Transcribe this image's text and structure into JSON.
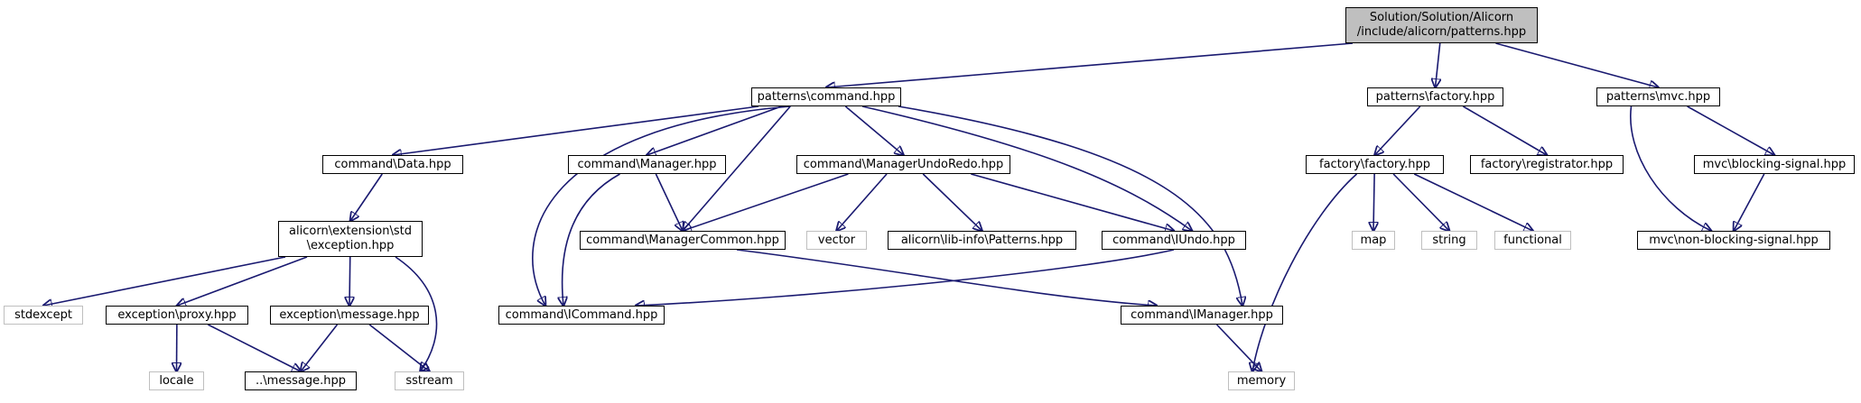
{
  "diagram": {
    "type": "include-dependency-graph",
    "colors": {
      "edge": "#191970",
      "root_fill": "#bfbfbf",
      "node_border": "#000000",
      "external_border": "#bfbfbf"
    },
    "root": {
      "line1": "Solution/Solution/Alicorn",
      "line2": "/include/alicorn/patterns.hpp"
    },
    "nodes": {
      "command_hpp": "patterns\\command.hpp",
      "factory_hpp": "patterns\\factory.hpp",
      "mvc_hpp": "patterns\\mvc.hpp",
      "data_hpp": "command\\Data.hpp",
      "manager_hpp": "command\\Manager.hpp",
      "manager_undo_redo_hpp": "command\\ManagerUndoRedo.hpp",
      "factory_factory_hpp": "factory\\factory.hpp",
      "factory_registrator_hpp": "factory\\registrator.hpp",
      "blocking_signal_hpp": "mvc\\blocking-signal.hpp",
      "exception_line1": "alicorn\\extension\\std",
      "exception_line2": "\\exception.hpp",
      "manager_common_hpp": "command\\ManagerCommon.hpp",
      "vector": "vector",
      "lib_info_patterns_hpp": "alicorn\\lib-info\\Patterns.hpp",
      "iundo_hpp": "command\\IUndo.hpp",
      "map": "map",
      "string": "string",
      "functional": "functional",
      "non_blocking_signal_hpp": "mvc\\non-blocking-signal.hpp",
      "stdexcept": "stdexcept",
      "exception_proxy_hpp": "exception\\proxy.hpp",
      "exception_message_hpp": "exception\\message.hpp",
      "icommand_hpp": "command\\ICommand.hpp",
      "imanager_hpp": "command\\IManager.hpp",
      "locale": "locale",
      "message_hpp": "..\\message.hpp",
      "sstream": "sstream",
      "memory": "memory"
    },
    "edges": [
      [
        "root",
        "command_hpp"
      ],
      [
        "root",
        "factory_hpp"
      ],
      [
        "root",
        "mvc_hpp"
      ],
      [
        "command_hpp",
        "data_hpp"
      ],
      [
        "command_hpp",
        "manager_hpp"
      ],
      [
        "command_hpp",
        "manager_undo_redo_hpp"
      ],
      [
        "command_hpp",
        "manager_common_hpp"
      ],
      [
        "command_hpp",
        "icommand_hpp"
      ],
      [
        "command_hpp",
        "iundo_hpp"
      ],
      [
        "command_hpp",
        "imanager_hpp"
      ],
      [
        "factory_hpp",
        "factory_factory_hpp"
      ],
      [
        "factory_hpp",
        "factory_registrator_hpp"
      ],
      [
        "mvc_hpp",
        "blocking_signal_hpp"
      ],
      [
        "mvc_hpp",
        "non_blocking_signal_hpp"
      ],
      [
        "blocking_signal_hpp",
        "non_blocking_signal_hpp"
      ],
      [
        "data_hpp",
        "exception_hpp"
      ],
      [
        "manager_hpp",
        "manager_common_hpp"
      ],
      [
        "manager_hpp",
        "icommand_hpp"
      ],
      [
        "manager_undo_redo_hpp",
        "manager_common_hpp"
      ],
      [
        "manager_undo_redo_hpp",
        "vector"
      ],
      [
        "manager_undo_redo_hpp",
        "lib_info_patterns_hpp"
      ],
      [
        "manager_undo_redo_hpp",
        "iundo_hpp"
      ],
      [
        "factory_factory_hpp",
        "map"
      ],
      [
        "factory_factory_hpp",
        "string"
      ],
      [
        "factory_factory_hpp",
        "functional"
      ],
      [
        "factory_factory_hpp",
        "memory"
      ],
      [
        "exception_hpp",
        "stdexcept"
      ],
      [
        "exception_hpp",
        "exception_proxy_hpp"
      ],
      [
        "exception_hpp",
        "exception_message_hpp"
      ],
      [
        "exception_hpp",
        "sstream"
      ],
      [
        "manager_common_hpp",
        "imanager_hpp"
      ],
      [
        "iundo_hpp",
        "icommand_hpp"
      ],
      [
        "exception_proxy_hpp",
        "locale"
      ],
      [
        "exception_proxy_hpp",
        "message_hpp"
      ],
      [
        "exception_message_hpp",
        "message_hpp"
      ],
      [
        "exception_message_hpp",
        "sstream"
      ],
      [
        "imanager_hpp",
        "memory"
      ]
    ]
  }
}
